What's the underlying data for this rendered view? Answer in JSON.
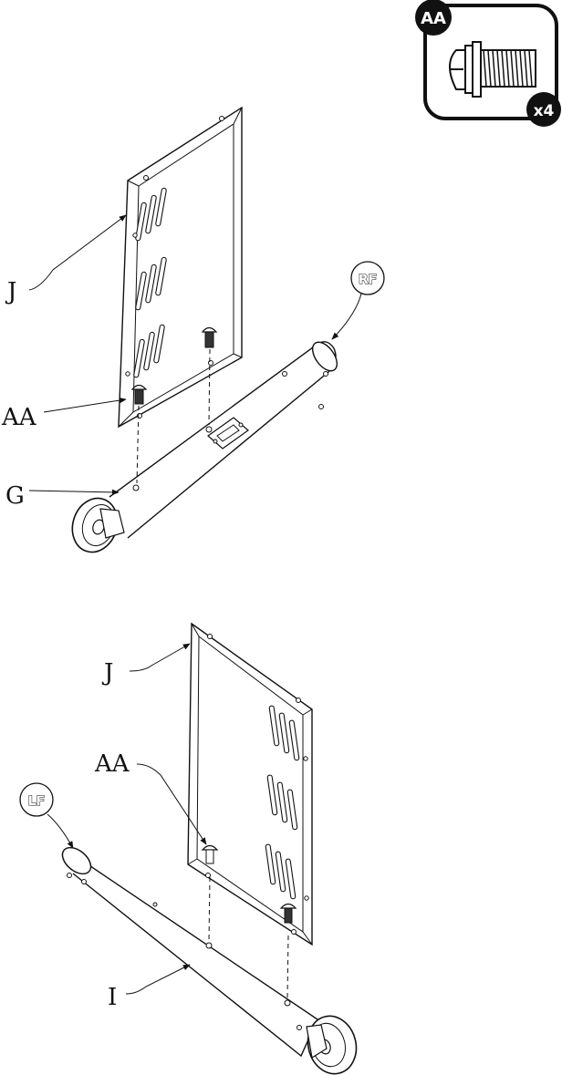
{
  "hardware_callout": {
    "part_code": "AA",
    "quantity": "x4",
    "icon": "shoulder-bolt-icon"
  },
  "top_assembly": {
    "panel_label": "J",
    "bolt_label": "AA",
    "leg_label": "G",
    "side_badge": "RF"
  },
  "bottom_assembly": {
    "panel_label": "J",
    "bolt_label": "AA",
    "leg_label": "I",
    "side_badge": "LF"
  }
}
